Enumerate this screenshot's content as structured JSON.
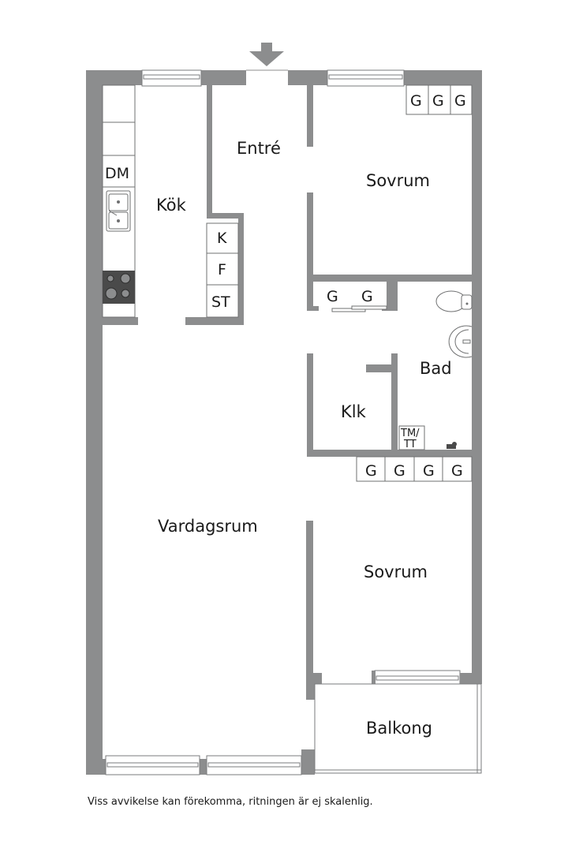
{
  "plan": {
    "colors": {
      "wall": "#8c8d8e",
      "background": "#ffffff",
      "text": "#1a1a1a",
      "stove": "#4a4a4a"
    },
    "entrance_icon": "arrow-down-icon",
    "rooms": {
      "entre": "Entré",
      "kok": "Kök",
      "sovrum_1": "Sovrum",
      "bad": "Bad",
      "klk": "Klk",
      "vardagsrum": "Vardagsrum",
      "sovrum_2": "Sovrum",
      "balkong": "Balkong"
    },
    "fixtures": {
      "dm": "DM",
      "k": "K",
      "f": "F",
      "st": "ST",
      "wardrobe_top": [
        "G",
        "G",
        "G"
      ],
      "wardrobe_hall": [
        "G",
        "G"
      ],
      "wardrobe_mid": [
        "G",
        "G",
        "G",
        "G"
      ],
      "tm_tt_line1": "TM/",
      "tm_tt_line2": "TT"
    }
  },
  "footer": {
    "disclaimer": "Viss avvikelse kan förekomma, ritningen är ej skalenlig."
  }
}
